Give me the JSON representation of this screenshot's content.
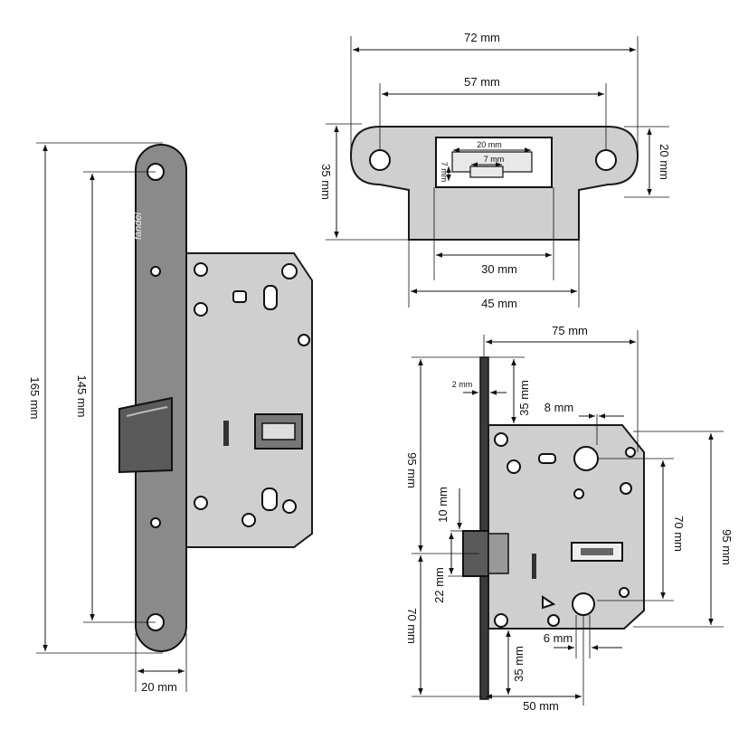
{
  "front_view": {
    "brand_engraving": "fandel",
    "dim_total_height": "165 mm",
    "dim_hole_spacing": "145 mm",
    "dim_faceplate_width": "20 mm"
  },
  "strike_plate": {
    "dim_overall_width": "72 mm",
    "dim_hole_spacing": "57 mm",
    "dim_inner_width": "20 mm",
    "dim_inner_small": "7 mm",
    "dim_inner_height": "7 mm",
    "dim_height": "35 mm",
    "dim_flange_height": "20 mm",
    "dim_opening_width": "30 mm",
    "dim_plate_width": "45 mm"
  },
  "side_view": {
    "dim_body_width": "75 mm",
    "dim_faceplate_thickness": "2 mm",
    "dim_top_offset": "35 mm",
    "dim_hole_offset": "8 mm",
    "dim_upper_height": "95 mm",
    "dim_latch_height": "10 mm",
    "dim_latch_length": "22 mm",
    "dim_lower_height": "70 mm",
    "dim_center_spacing": "70 mm",
    "dim_body_height": "95 mm",
    "dim_key_hole": "6 mm",
    "dim_bottom_offset": "35 mm",
    "dim_backset": "50 mm"
  }
}
